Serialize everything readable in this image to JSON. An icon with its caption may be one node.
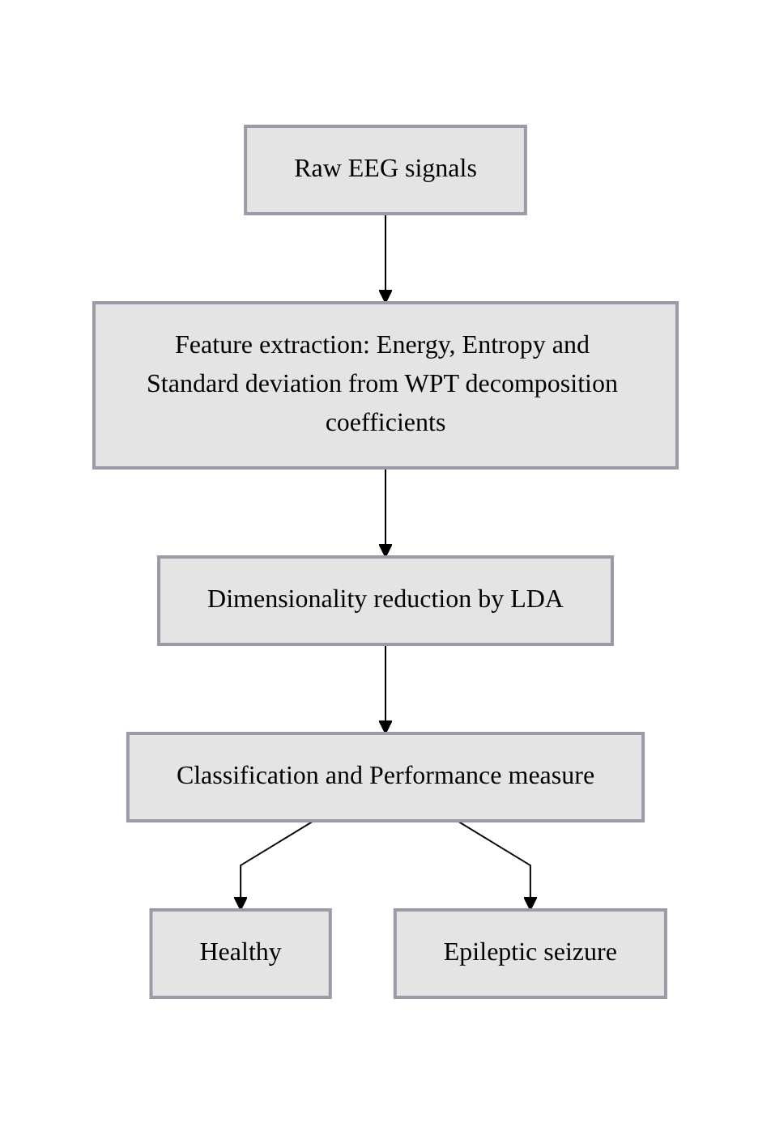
{
  "diagram": {
    "nodes": [
      {
        "text": [
          "Raw EEG signals"
        ]
      },
      {
        "text": [
          "Feature extraction: Energy, Entropy and Standard deviation from WPT decomposition coefficients"
        ]
      },
      {
        "text": [
          "Dimensionality reduction by LDA"
        ]
      },
      {
        "text": [
          "Classification and Performance measure"
        ]
      },
      {
        "text": [
          "Healthy"
        ]
      },
      {
        "text": [
          "Epileptic seizure"
        ]
      }
    ],
    "edges": [
      {
        "from": 0,
        "to": 1,
        "arrow": "to"
      },
      {
        "from": 1,
        "to": 2,
        "arrow": "to"
      },
      {
        "from": 2,
        "to": 3,
        "arrow": "to"
      },
      {
        "from": 3,
        "to": 4,
        "arrow": "to"
      },
      {
        "from": 3,
        "to": 5,
        "arrow": "to"
      }
    ]
  }
}
